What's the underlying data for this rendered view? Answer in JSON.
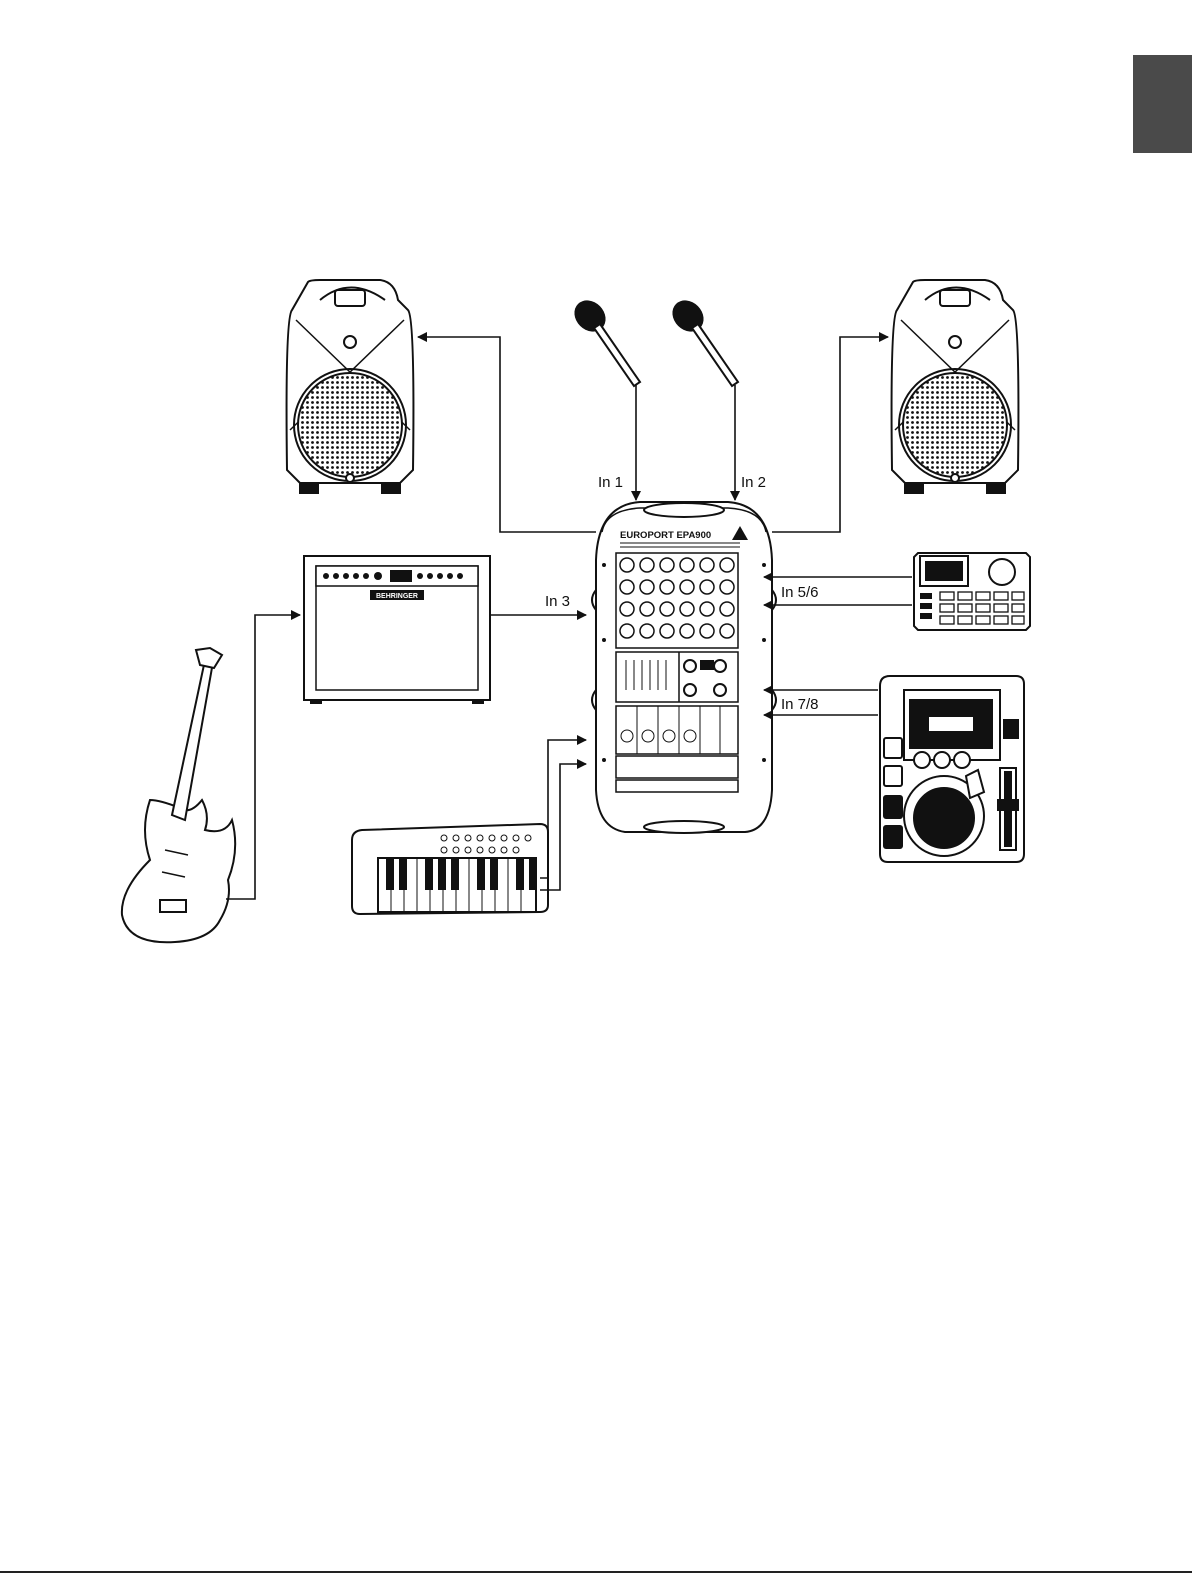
{
  "tab_color": "#4a4a4a",
  "labels": {
    "in1": "In 1",
    "in2": "In 2",
    "in3": "In 3",
    "in56": "In 5/6",
    "in78": "In 7/8"
  },
  "mixer": {
    "model": "EUROPORT EPA900",
    "amp_brand": "BEHRINGER"
  }
}
